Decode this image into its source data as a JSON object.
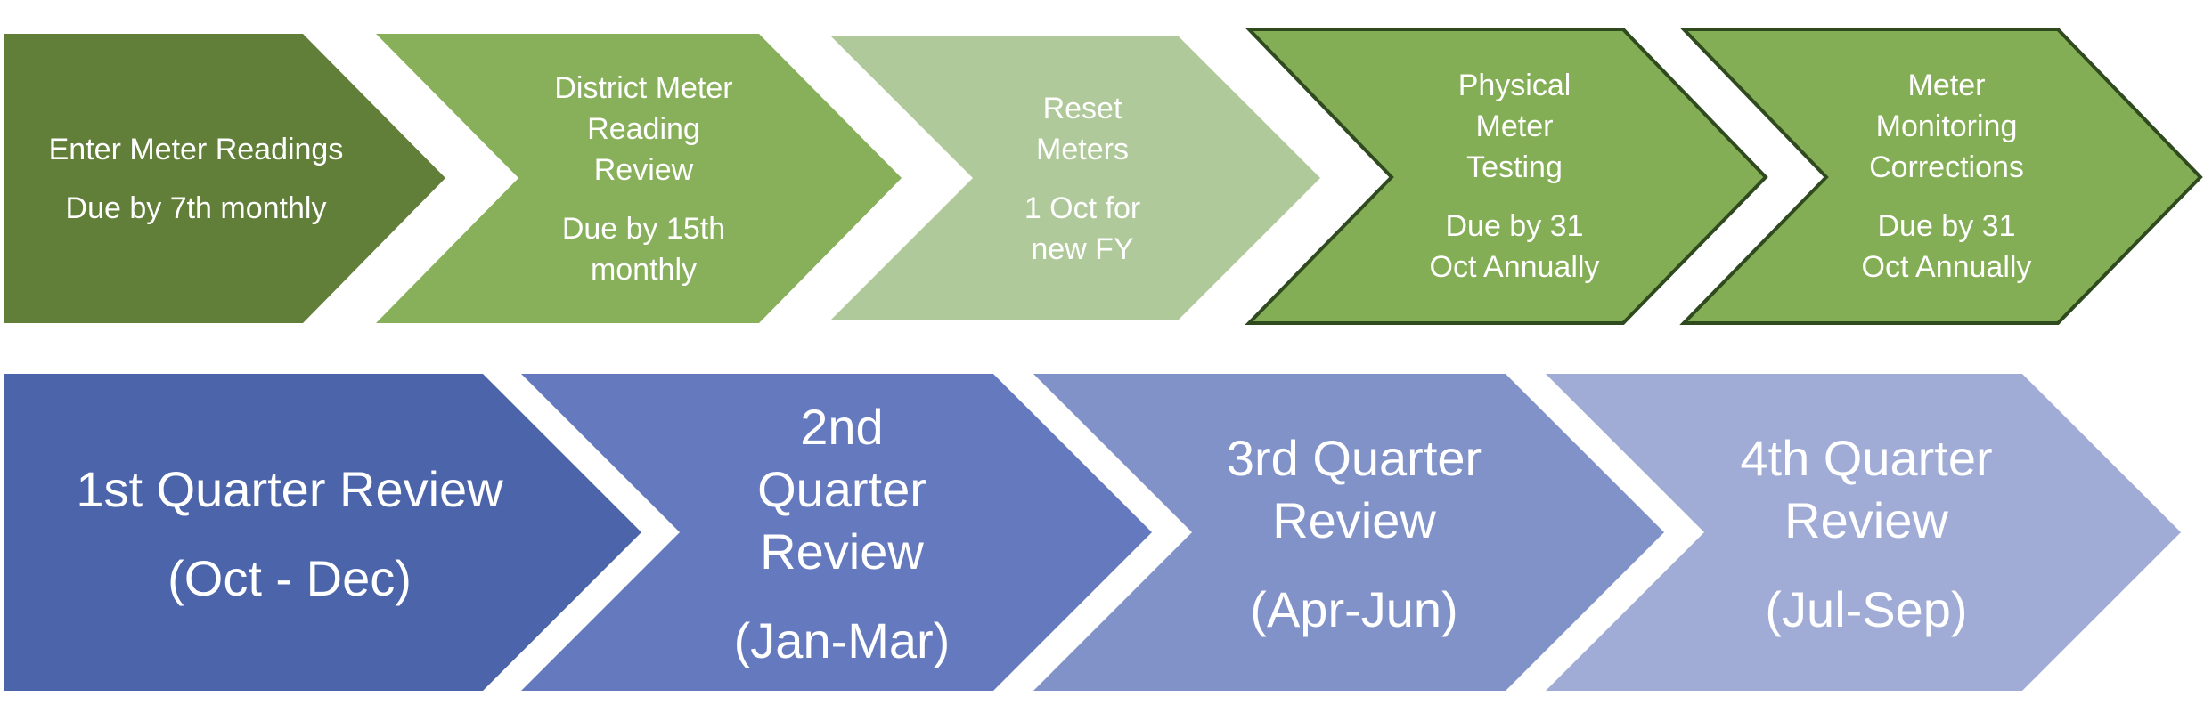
{
  "process_steps": [
    {
      "title": "Enter Meter Readings",
      "subtitle": "Due by 7th monthly",
      "color": "#627F3A"
    },
    {
      "title": "District Meter\nReading\nReview",
      "subtitle": "Due by 15th\nmonthly",
      "color": "#88B05A"
    },
    {
      "title": "Reset\nMeters",
      "subtitle": "1 Oct for\nnew FY",
      "color": "#B0C99A"
    },
    {
      "title": "Physical\nMeter\nTesting",
      "subtitle": "Due by 31\nOct Annually",
      "color": "#84AE55",
      "border": "#2F4A1E"
    },
    {
      "title": "Meter\nMonitoring\nCorrections",
      "subtitle": "Due by 31\nOct Annually",
      "color": "#84AE55",
      "border": "#2F4A1E"
    }
  ],
  "quarter_reviews": [
    {
      "title": "1st Quarter Review",
      "subtitle": "(Oct - Dec)",
      "color": "#4B64AA"
    },
    {
      "title": "2nd\nQuarter\nReview",
      "subtitle": "(Jan-Mar)",
      "color": "#6479BE"
    },
    {
      "title": "3rd Quarter\nReview",
      "subtitle": "(Apr-Jun)",
      "color": "#8192C8"
    },
    {
      "title": "4th Quarter\nReview",
      "subtitle": "(Jul-Sep)",
      "color": "#A0ACD6"
    }
  ]
}
